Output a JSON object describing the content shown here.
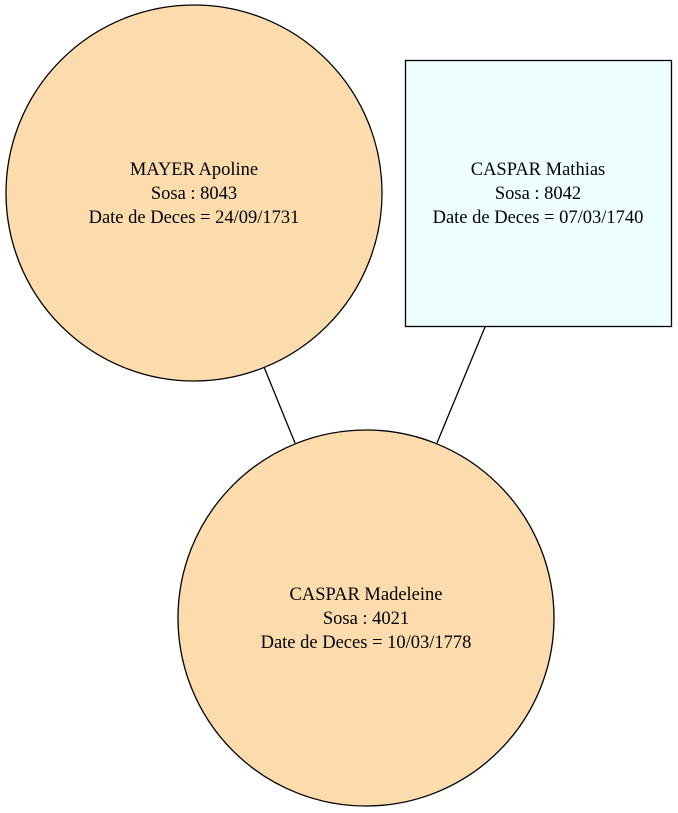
{
  "nodes": {
    "mayer_apoline": {
      "name": "MAYER Apoline",
      "sosa": "Sosa : 8043",
      "death": "Date de Deces = 24/09/1731",
      "shape": "ellipse",
      "fill": "#fcdcac"
    },
    "caspar_mathias": {
      "name": "CASPAR Mathias",
      "sosa": "Sosa : 8042",
      "death": "Date de Deces = 07/03/1740",
      "shape": "box",
      "fill": "#eeffff"
    },
    "caspar_madeleine": {
      "name": "CASPAR Madeleine",
      "sosa": "Sosa : 4021",
      "death": "Date de Deces = 10/03/1778",
      "shape": "ellipse",
      "fill": "#fcdcac"
    }
  },
  "edges": [
    {
      "from": "mayer_apoline",
      "to": "caspar_madeleine"
    },
    {
      "from": "caspar_mathias",
      "to": "caspar_madeleine"
    }
  ]
}
